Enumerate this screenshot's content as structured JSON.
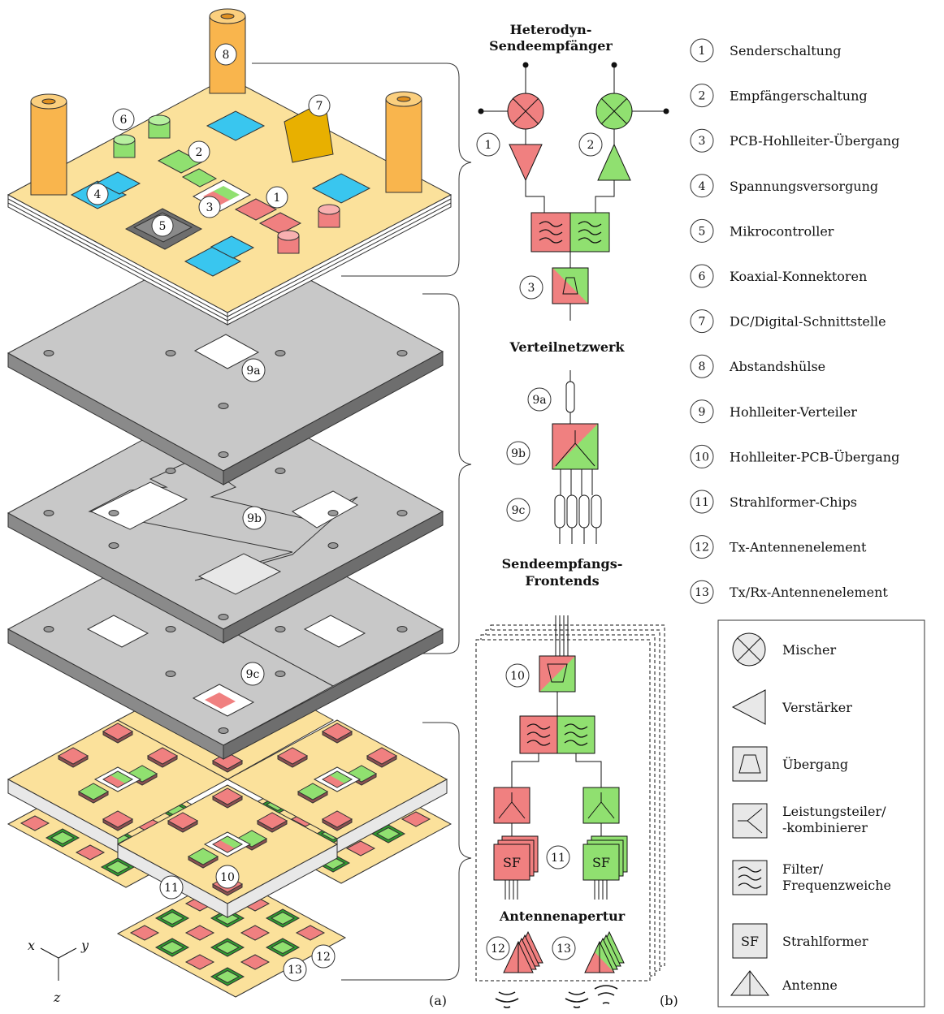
{
  "colors": {
    "red": "#f08080",
    "green": "#90e070",
    "pcb": "#fbe19b",
    "blue": "#39c6ef",
    "gray": "#c8c8c8",
    "dark_gray": "#6e6e6e",
    "orange": "#f9b54d"
  },
  "panel_a": {
    "label": "(a)",
    "callouts": [
      "1",
      "2",
      "3",
      "4",
      "5",
      "6",
      "7",
      "8",
      "9a",
      "9b",
      "9c",
      "10",
      "11",
      "12",
      "13"
    ],
    "axes": {
      "x": "x",
      "y": "y",
      "z": "z"
    }
  },
  "panel_b": {
    "label": "(b)",
    "section_titles": {
      "transceiver_line1": "Heterodyn-",
      "transceiver_line2": "Sendeempfänger",
      "network": "Verteilnetzwerk",
      "frontends_line1": "Sendeempfangs-",
      "frontends_line2": "Frontends",
      "aperture": "Antennenapertur"
    },
    "callouts": [
      "1",
      "2",
      "3",
      "9a",
      "9b",
      "9c",
      "10",
      "11",
      "12",
      "13"
    ],
    "sf_label": "SF"
  },
  "legend_numbered": [
    {
      "num": "1",
      "text": "Senderschaltung"
    },
    {
      "num": "2",
      "text": "Empfängerschaltung"
    },
    {
      "num": "3",
      "text": "PCB-Hohlleiter-Übergang"
    },
    {
      "num": "4",
      "text": "Spannungsversorgung"
    },
    {
      "num": "5",
      "text": "Mikrocontroller"
    },
    {
      "num": "6",
      "text": "Koaxial-Konnektoren"
    },
    {
      "num": "7",
      "text": "DC/Digital-Schnittstelle"
    },
    {
      "num": "8",
      "text": "Abstandshülse"
    },
    {
      "num": "9",
      "text": "Hohlleiter-Verteiler"
    },
    {
      "num": "10",
      "text": "Hohlleiter-PCB-Übergang"
    },
    {
      "num": "11",
      "text": "Strahlformer-Chips"
    },
    {
      "num": "12",
      "text": "Tx-Antennenelement"
    },
    {
      "num": "13",
      "text": "Tx/Rx-Antennenelement"
    }
  ],
  "legend_symbols": [
    {
      "icon": "mixer-icon",
      "text": "Mischer"
    },
    {
      "icon": "amplifier-icon",
      "text": "Verstärker"
    },
    {
      "icon": "transition-icon",
      "text": "Übergang"
    },
    {
      "icon": "splitter-icon",
      "text_line1": "Leistungsteiler/",
      "text_line2": "-kombinierer"
    },
    {
      "icon": "filter-icon",
      "text_line1": "Filter/",
      "text_line2": "Frequenzweiche"
    },
    {
      "icon": "beamformer-icon",
      "text": "Strahlformer",
      "symbol_text": "SF"
    },
    {
      "icon": "antenna-icon",
      "text": "Antenne"
    }
  ]
}
